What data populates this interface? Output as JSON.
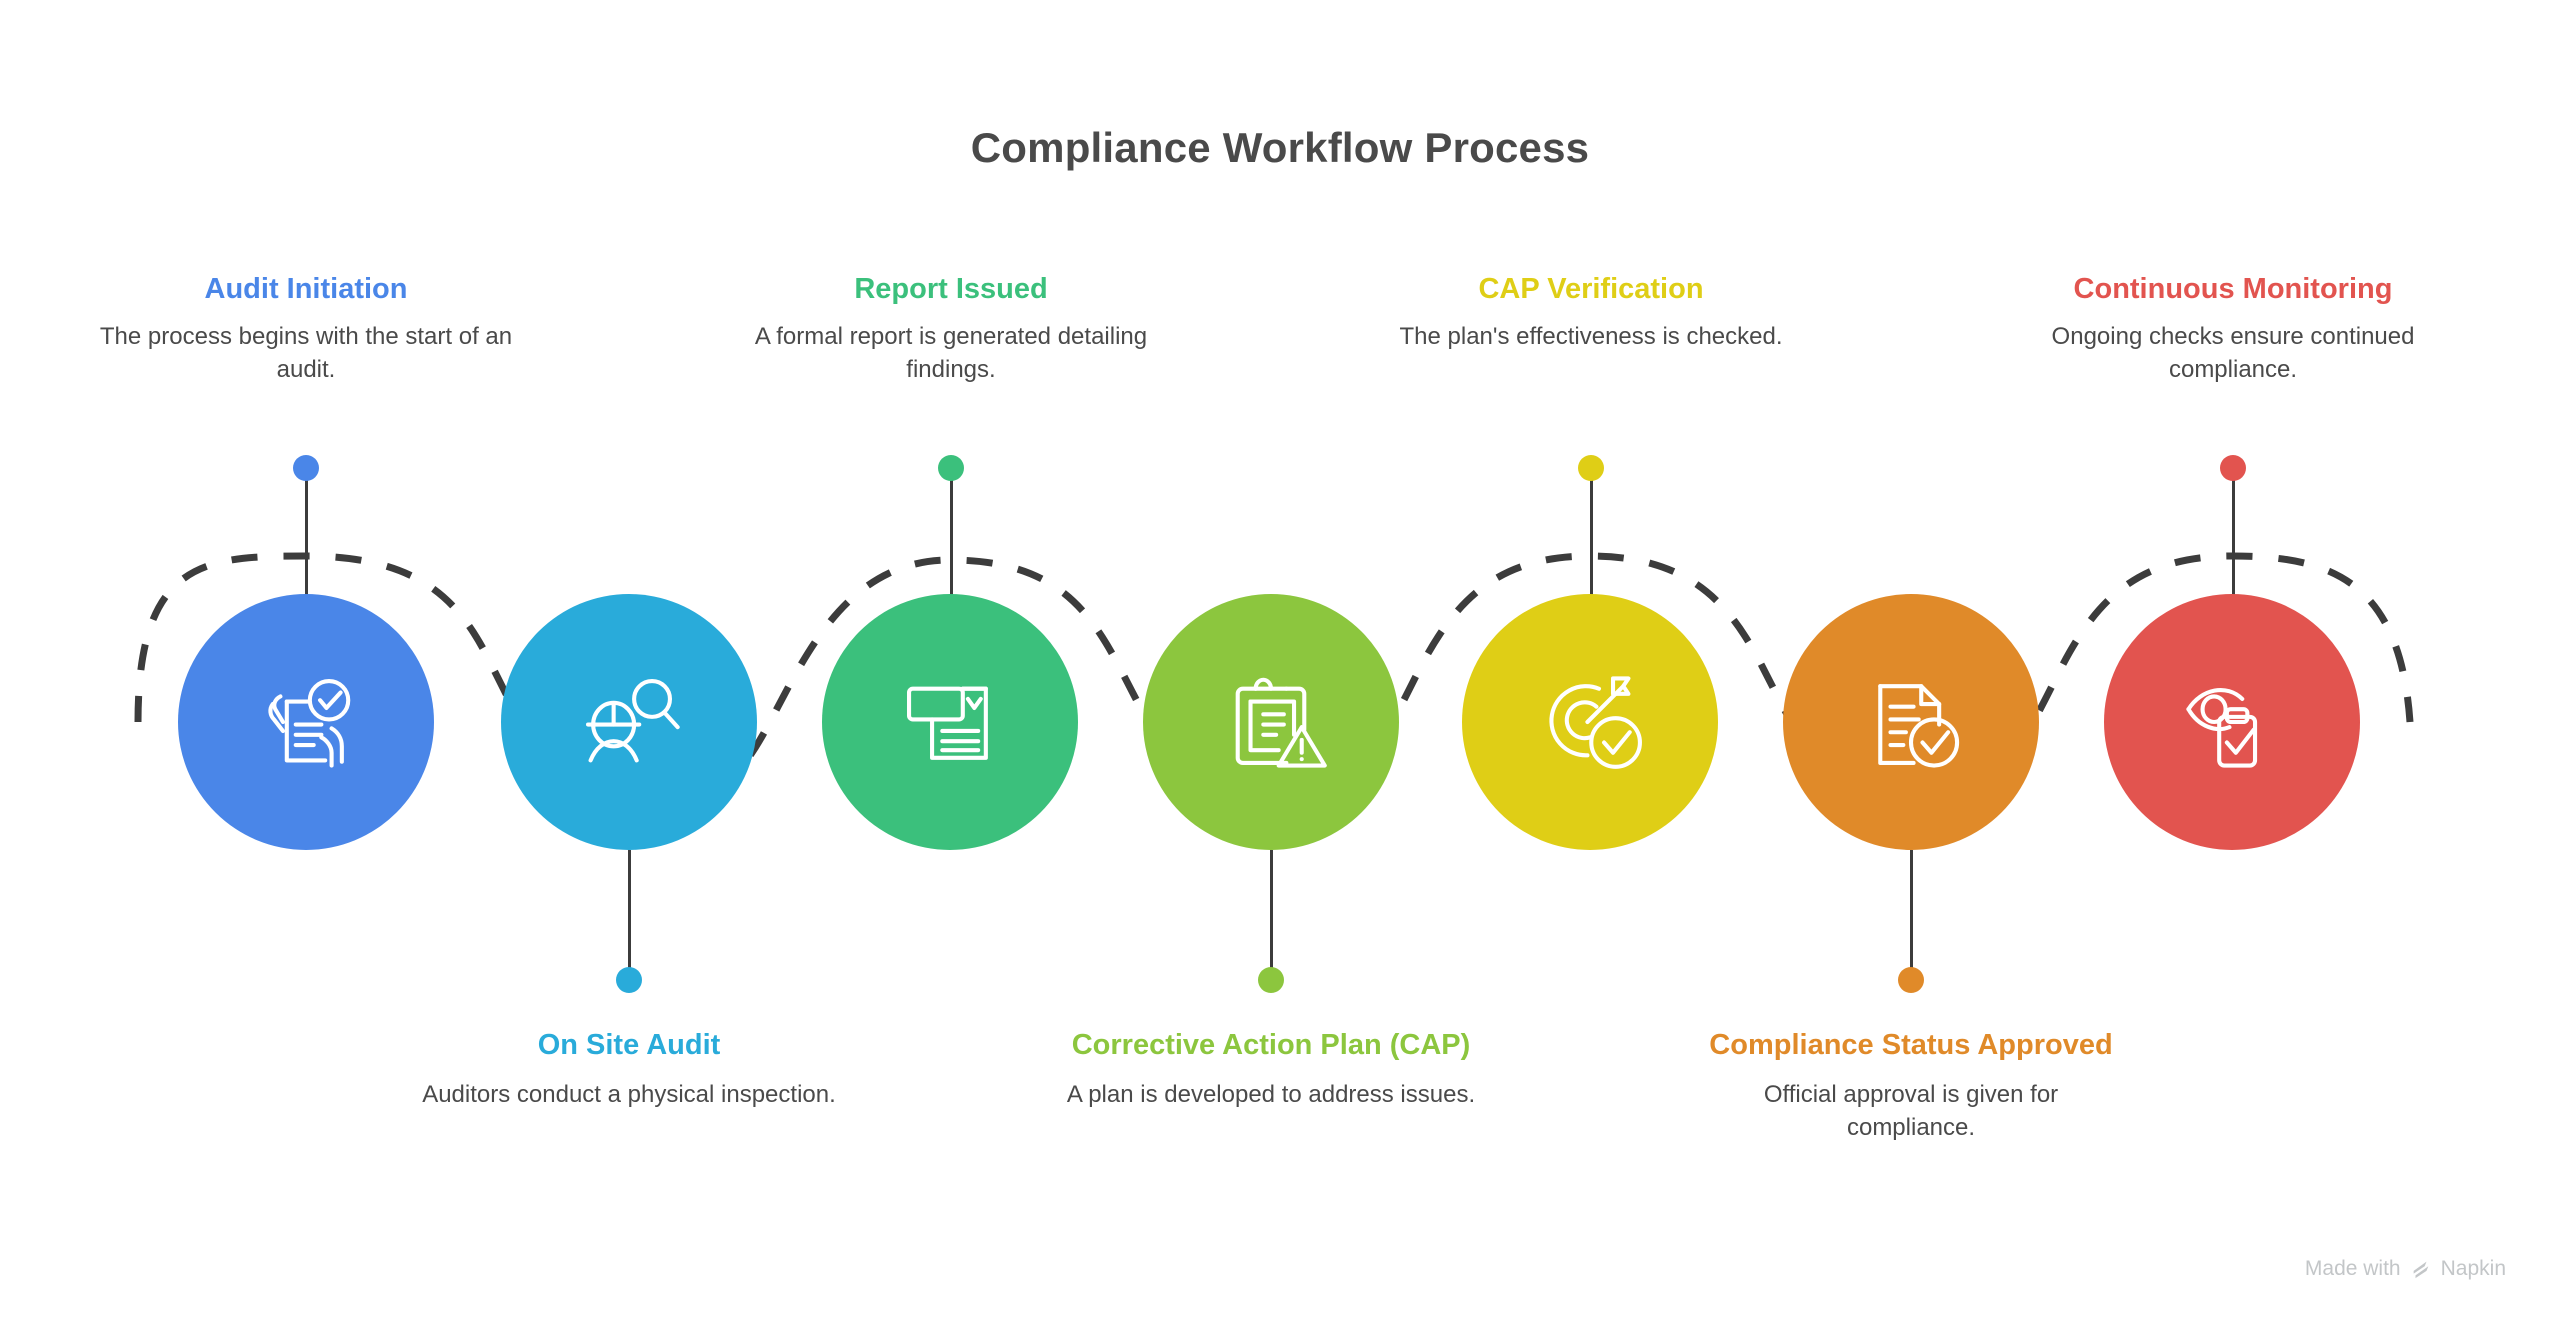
{
  "title": "Compliance Workflow Process",
  "watermark": {
    "text_before": "Made with",
    "brand": "Napkin",
    "logo_icon": "napkin-logo-icon"
  },
  "diagram": {
    "type": "process-flow",
    "orientation": "horizontal-wave",
    "connector_style": "dashed-wave",
    "connector_color": "#3c3c3c",
    "step_count": 7,
    "steps": [
      {
        "index": 1,
        "title": "Audit Initiation",
        "description": "The process begins with the start of an audit.",
        "color": "#4A86E8",
        "label_position": "above",
        "icon": "document-hands-check-icon"
      },
      {
        "index": 2,
        "title": "On Site Audit",
        "description": "Auditors conduct a physical inspection.",
        "color": "#29ABDA",
        "label_position": "below",
        "icon": "inspector-magnifier-icon"
      },
      {
        "index": 3,
        "title": "Report Issued",
        "description": "A formal report is generated detailing findings.",
        "color": "#3BC07C",
        "label_position": "above",
        "icon": "report-document-check-icon"
      },
      {
        "index": 4,
        "title": "Corrective Action Plan (CAP)",
        "description": "A plan is developed to address issues.",
        "color": "#8CC63E",
        "label_position": "below",
        "icon": "clipboard-warning-icon"
      },
      {
        "index": 5,
        "title": "CAP Verification",
        "description": "The plan's effectiveness is checked.",
        "color": "#DFCE16",
        "label_position": "above",
        "icon": "target-arrow-check-icon"
      },
      {
        "index": 6,
        "title": "Compliance Status Approved",
        "description": "Official approval is given for compliance.",
        "color": "#E08A29",
        "label_position": "below",
        "icon": "document-approved-check-icon"
      },
      {
        "index": 7,
        "title": "Continuous Monitoring",
        "description": "Ongoing checks ensure continued compliance.",
        "color": "#E2544F",
        "label_position": "above",
        "icon": "eye-clipboard-check-icon"
      }
    ]
  }
}
